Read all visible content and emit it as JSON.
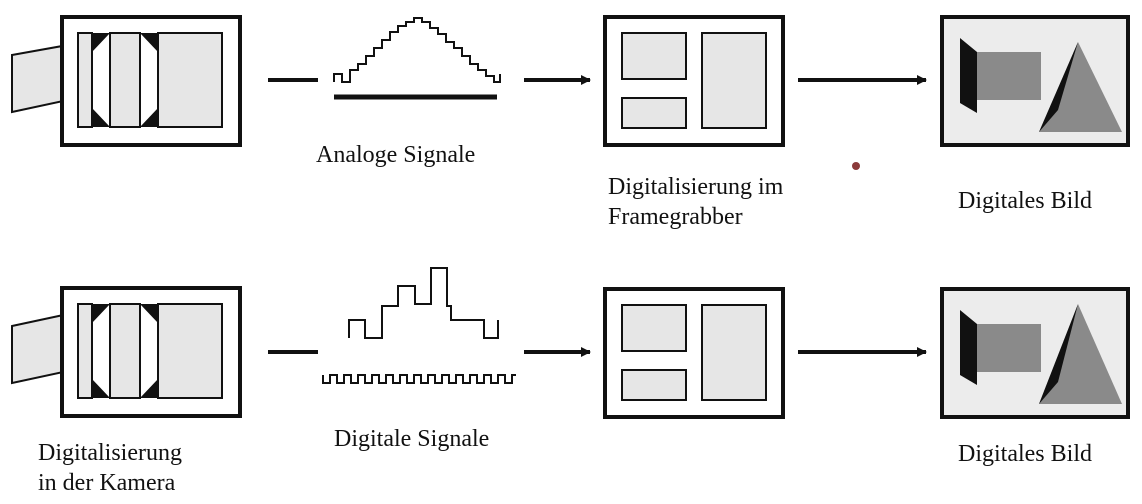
{
  "colors": {
    "ink": "#111111",
    "panel_fill": "#e6e6e6",
    "image_fill": "#ececec",
    "box_gray": "#8a8a8a"
  },
  "rows": [
    {
      "id": "analog",
      "signal_label": "Analoge Signale",
      "frame_label_lines": [
        "Digitalisierung im",
        "Framegrabber"
      ],
      "image_label": "Digitales Bild"
    },
    {
      "id": "digital",
      "camera_label_lines": [
        "Digitalisierung",
        "in der Kamera"
      ],
      "signal_label": "Digitale Signale",
      "image_label": "Digitales Bild"
    }
  ]
}
